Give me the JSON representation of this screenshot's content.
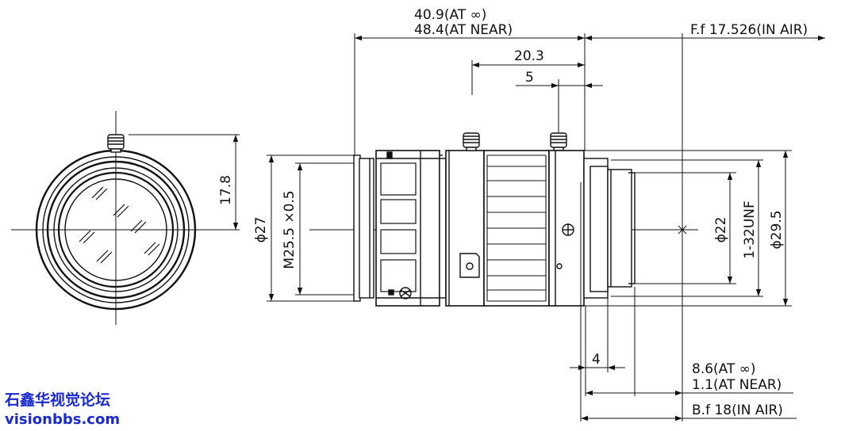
{
  "dimensions": {
    "total_length_far": "40.9(AT ∞)",
    "total_length_near": "48.4(AT NEAR)",
    "flange_focal": "F.f  17.526(IN AIR)",
    "ring_offset": "20.3",
    "screw_offset": "5",
    "screw_height": "17.8",
    "outer_diameter": "ϕ27",
    "filter_thread": "M25.5 ×0.5",
    "mount_inner_diameter": "ϕ22",
    "mount_thread": "1-32UNF",
    "mount_outer_diameter": "ϕ29.5",
    "mount_depth": "4",
    "back_focus_far": "8.6(AT ∞)",
    "back_focus_near": "1.1(AT NEAR)",
    "back_focus_air": "B.f  18(IN AIR)"
  },
  "watermark": {
    "line1": "石鑫华视觉论坛",
    "line2": "visionbbs.com"
  }
}
